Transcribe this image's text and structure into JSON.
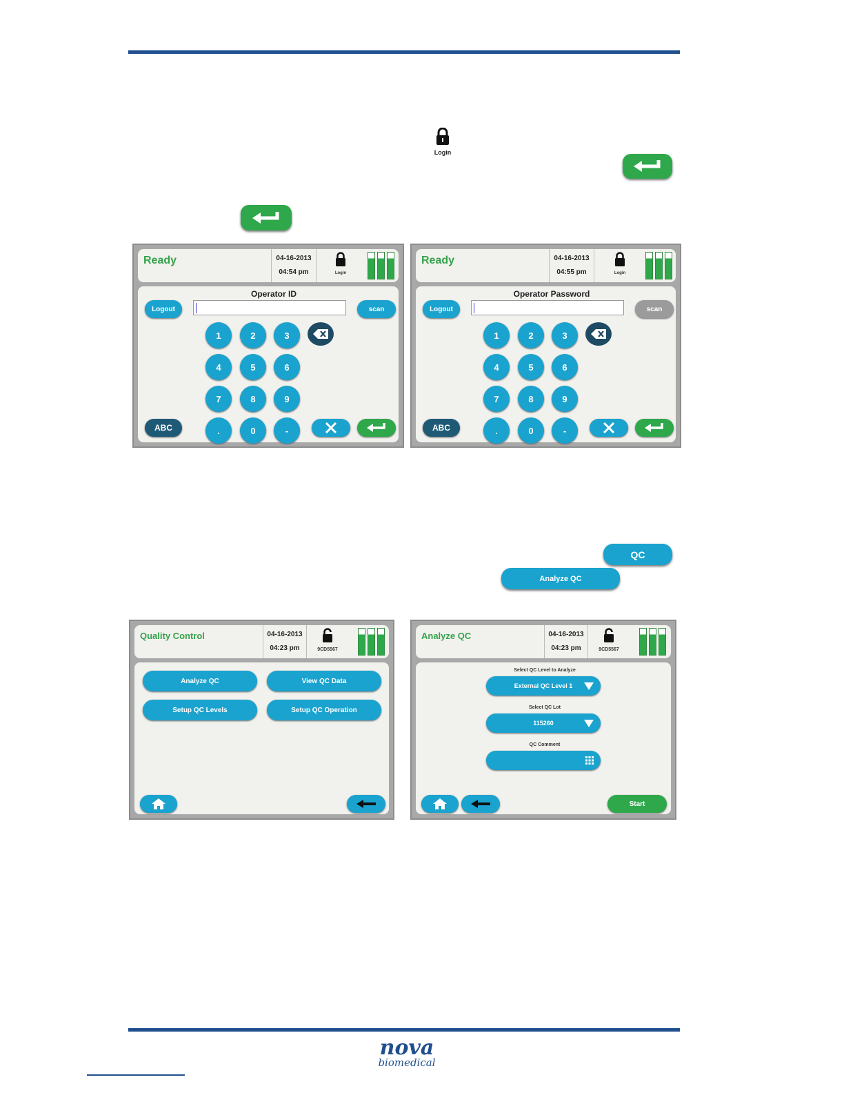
{
  "login_icon_label": "Login",
  "qc_button_label": "QC",
  "analyze_qc_button_label": "Analyze QC",
  "screens": {
    "operator_id": {
      "title": "Ready",
      "date": "04-16-2013",
      "time": "04:54 pm",
      "lock_label": "Login",
      "field_label": "Operator ID",
      "logout_label": "Logout",
      "scan_label": "scan",
      "keys": [
        "1",
        "2",
        "3",
        "4",
        "5",
        "6",
        "7",
        "8",
        "9",
        ".",
        "0",
        "-"
      ],
      "abc_label": "ABC"
    },
    "operator_password": {
      "title": "Ready",
      "date": "04-16-2013",
      "time": "04:55 pm",
      "lock_label": "Login",
      "field_label": "Operator Password",
      "logout_label": "Logout",
      "scan_label": "scan",
      "keys": [
        "1",
        "2",
        "3",
        "4",
        "5",
        "6",
        "7",
        "8",
        "9",
        ".",
        "0",
        "-"
      ],
      "abc_label": "ABC"
    },
    "quality_control": {
      "title": "Quality Control",
      "date": "04-16-2013",
      "time": "04:23 pm",
      "operator": "9CD5567",
      "buttons": [
        "Analyze QC",
        "View QC Data",
        "Setup QC Levels",
        "Setup QC Operation"
      ]
    },
    "analyze_qc": {
      "title": "Analyze QC",
      "date": "04-16-2013",
      "time": "04:23 pm",
      "operator": "9CD5567",
      "level_label": "Select QC Level to Analyze",
      "level_value": "External QC Level 1",
      "lot_label": "Select QC Lot",
      "lot_value": "115260",
      "comment_label": "QC Comment",
      "start_label": "Start"
    }
  },
  "logo": {
    "name": "nova",
    "sub": "biomedical"
  },
  "colors": {
    "rule": "#1f4f8f",
    "accent_blue": "#1aa3cf",
    "accent_green": "#2ea84a",
    "title_green": "#35a24a"
  }
}
